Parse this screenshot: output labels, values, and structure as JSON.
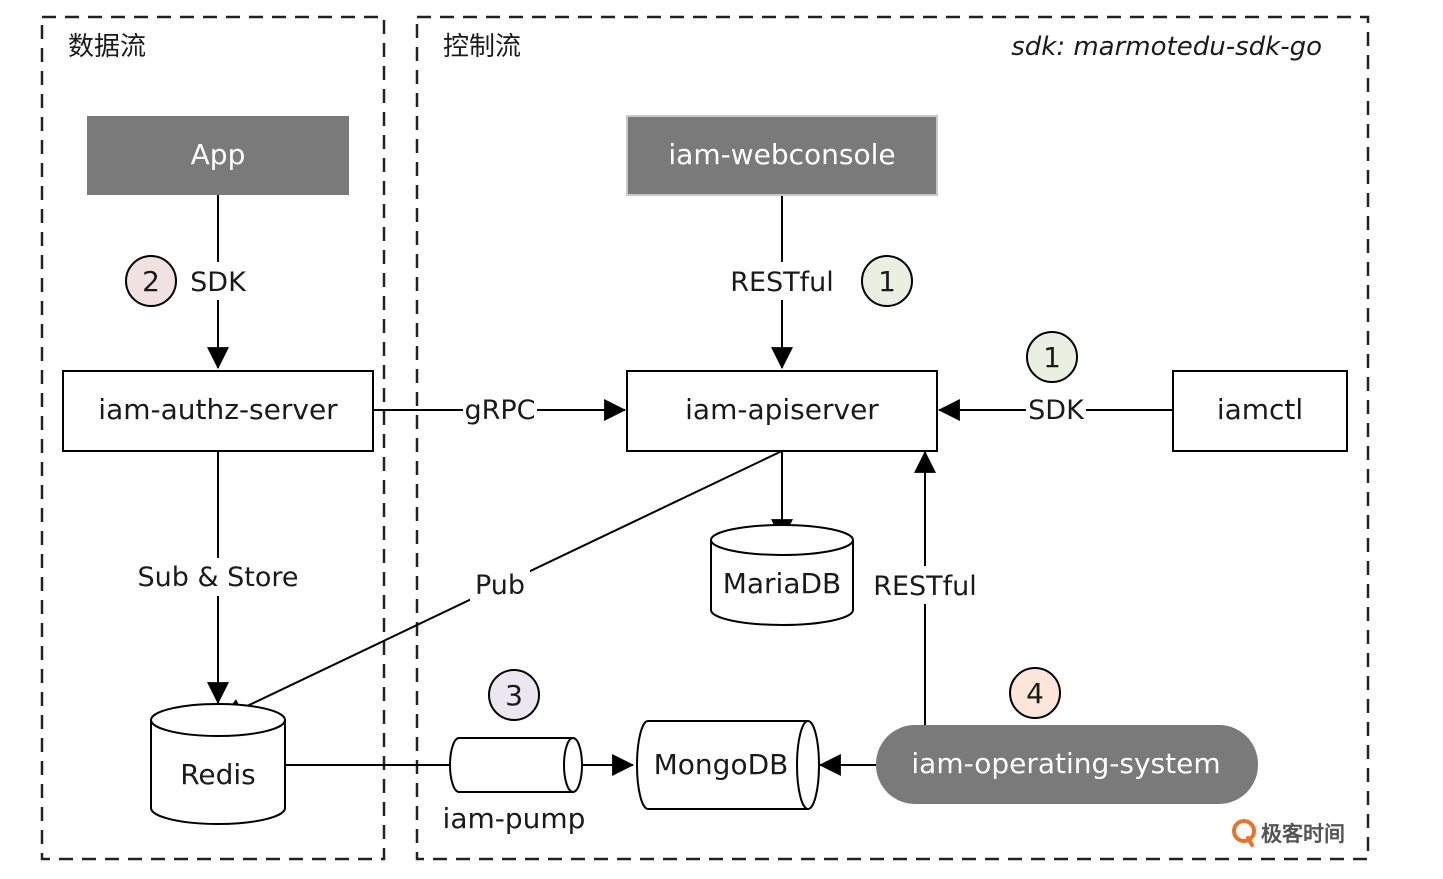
{
  "zones": {
    "data_flow_title": "数据流",
    "control_flow_title": "控制流",
    "sdk_note": "sdk: marmotedu-sdk-go"
  },
  "nodes": {
    "app": "App",
    "webconsole": "iam-webconsole",
    "authz_server": "iam-authz-server",
    "apiserver": "iam-apiserver",
    "iamctl": "iamctl",
    "mariadb": "MariaDB",
    "redis": "Redis",
    "pump": "iam-pump",
    "mongodb": "MongoDB",
    "operating_system": "iam-operating-system"
  },
  "edges": {
    "app_to_authz": "SDK",
    "webconsole_to_apiserver": "RESTful",
    "iamctl_to_apiserver": "SDK",
    "authz_to_apiserver": "gRPC",
    "authz_to_redis": "Sub & Store",
    "apiserver_to_redis": "Pub",
    "os_to_apiserver": "RESTful"
  },
  "steps": {
    "app_sdk": "2",
    "webconsole_restful": "1",
    "iamctl_sdk": "1",
    "pump": "3",
    "operating_system": "4"
  },
  "colors": {
    "dark_node": "#7a7a7a",
    "step_green": "#e9f0e1",
    "step_pink": "#f2e1e1",
    "step_purple": "#ebe6f0",
    "step_orange": "#fbe6d9",
    "brand_orange": "#e8742a"
  },
  "brand": "极客时间"
}
